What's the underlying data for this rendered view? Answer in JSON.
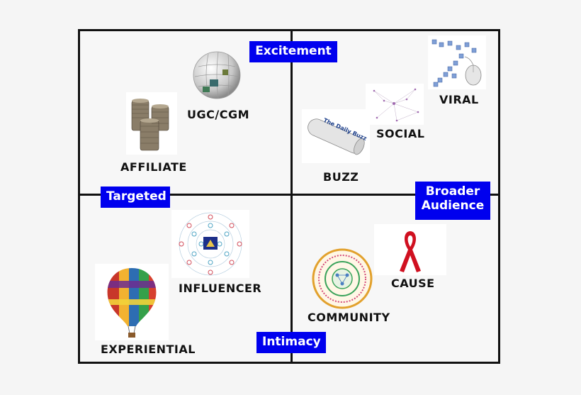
{
  "axes": {
    "top": "Excitement",
    "left": "Targeted",
    "right": "Broader\nAudience",
    "bottom": "Intimacy"
  },
  "items": {
    "affiliate": "AFFILIATE",
    "ugc_cgm": "UGC/CGM",
    "viral": "VIRAL",
    "social": "SOCIAL",
    "buzz": "BUZZ",
    "buzz_logo": "The Daily Buzz",
    "influencer": "INFLUENCER",
    "experiential": "EXPERIENTIAL",
    "community": "COMMUNITY",
    "cause": "CAUSE"
  },
  "colors": {
    "axis_label_bg": "#0000ee",
    "grid_lines": "#111111",
    "cause_ribbon": "#d01020"
  }
}
